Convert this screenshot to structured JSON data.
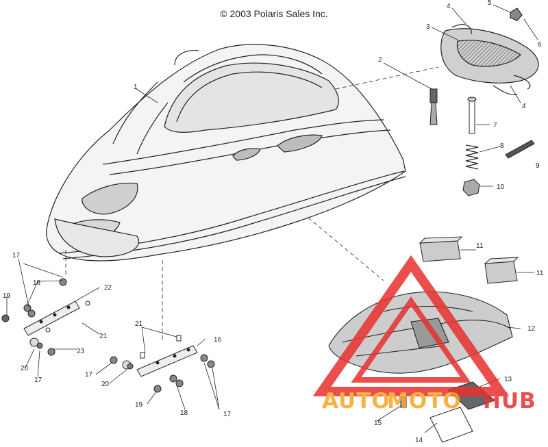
{
  "copyright": "© 2003 Polaris Sales Inc.",
  "callouts": [
    "1",
    "2",
    "3",
    "4",
    "4",
    "5",
    "6",
    "7",
    "8",
    "9",
    "10",
    "11",
    "11",
    "12",
    "13",
    "14",
    "15",
    "16",
    "17",
    "17",
    "17",
    "17",
    "18",
    "18",
    "19",
    "19",
    "20",
    "20",
    "21",
    "21",
    "22",
    "23"
  ],
  "watermark": {
    "part1": "AUTO",
    "part2": "MOTO",
    "part3": "HUB",
    "color_orange": "#f5a623",
    "color_red": "#e8312f"
  },
  "colors": {
    "line": "#222222",
    "shade": "#bdbdbd",
    "dark": "#555555"
  }
}
